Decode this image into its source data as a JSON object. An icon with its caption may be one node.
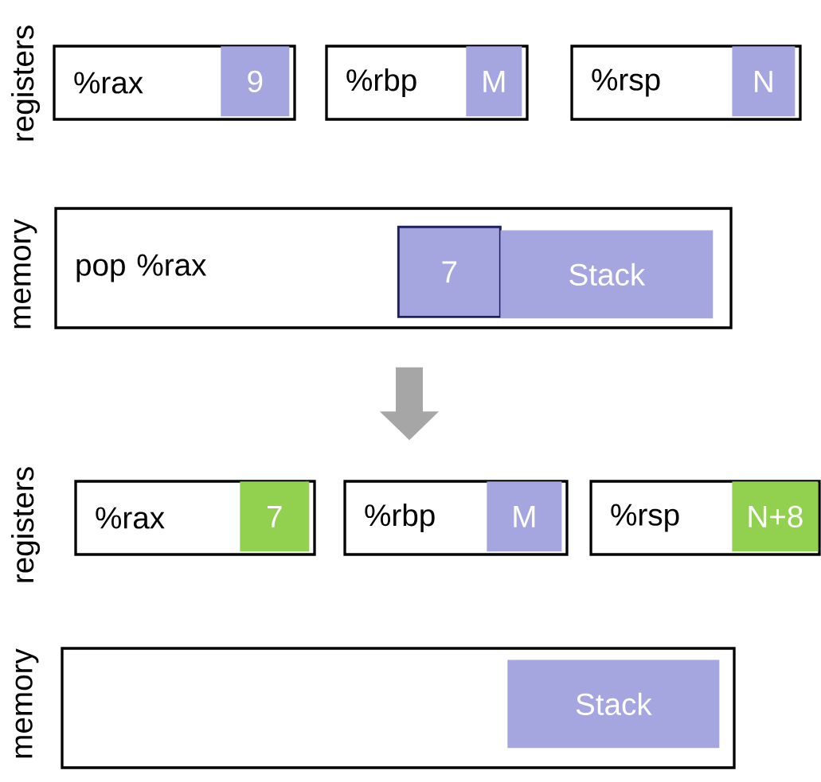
{
  "diagram": {
    "nodes": [
      {
        "text": [
          "%rax"
        ]
      },
      {
        "text": [
          "9"
        ],
        "in": 0
      },
      {
        "text": [
          "%rbp"
        ]
      },
      {
        "text": [
          "M"
        ],
        "in": 2
      },
      {
        "text": [
          "%rsp"
        ]
      },
      {
        "text": [
          "N"
        ],
        "in": 4
      },
      {
        "text": [
          "pop %rax"
        ]
      },
      {
        "text": [
          "7"
        ],
        "in": 6
      },
      {
        "text": [
          "Stack"
        ],
        "in": 6
      },
      {
        "text": [
          "%rax"
        ]
      },
      {
        "text": [
          "7"
        ],
        "in": 9
      },
      {
        "text": [
          "%rbp"
        ]
      },
      {
        "text": [
          "M"
        ],
        "in": 11
      },
      {
        "text": [
          "%rsp"
        ]
      },
      {
        "text": [
          "N+8"
        ],
        "in": 13
      },
      {
        "text": [],
        "shape": "box"
      },
      {
        "text": [
          "Stack"
        ],
        "in": 15
      }
    ],
    "edges": [
      {
        "from": 6,
        "to": 11,
        "arrow": "to",
        "color": "#a6a6a6"
      }
    ],
    "labels": [
      "registers",
      "memory",
      "registers",
      "memory"
    ]
  }
}
